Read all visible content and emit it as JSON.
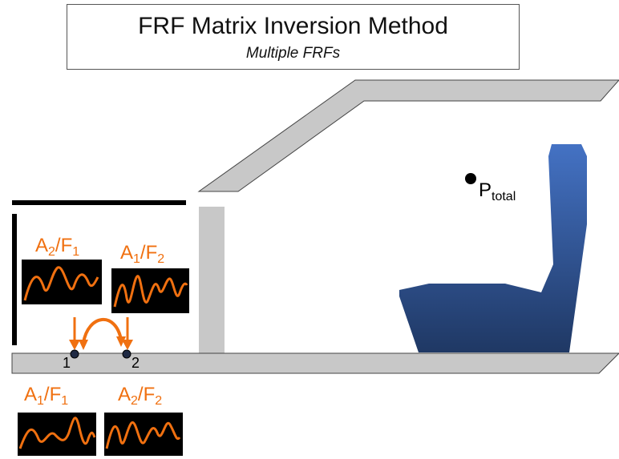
{
  "title": "FRF Matrix Inversion Method",
  "subtitle": "Multiple FRFs",
  "frf_labels": {
    "upper_left": {
      "num": "A",
      "num_sub": "2",
      "den": "F",
      "den_sub": "1"
    },
    "upper_right": {
      "num": "A",
      "num_sub": "1",
      "den": "F",
      "den_sub": "2"
    },
    "lower_left": {
      "num": "A",
      "num_sub": "1",
      "den": "F",
      "den_sub": "1"
    },
    "lower_right": {
      "num": "A",
      "num_sub": "2",
      "den": "F",
      "den_sub": "2"
    }
  },
  "points": {
    "p1": "1",
    "p2": "2"
  },
  "pressure": {
    "main": "P",
    "sub": "total"
  },
  "colors": {
    "orange": "#f07010",
    "gray": "#c8c8c8",
    "seat_top": "#4472c4",
    "seat_bottom": "#1f3864"
  }
}
